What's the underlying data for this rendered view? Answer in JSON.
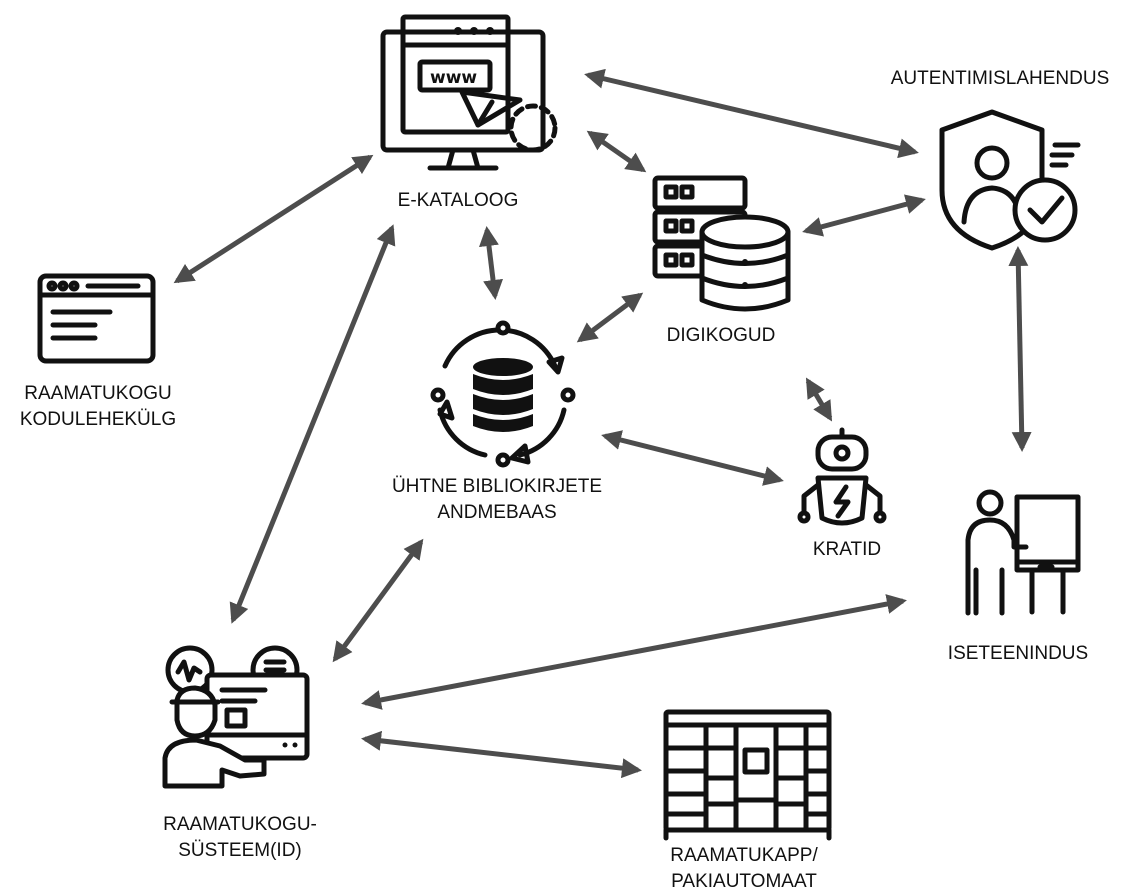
{
  "nodes": {
    "e_kataloog": {
      "label": "E-KATALOOG",
      "icon": "web-monitor-icon"
    },
    "autentimislahendus": {
      "label": "AUTENTIMISLAHENDUS",
      "icon": "shield-user-check-icon"
    },
    "digikogud": {
      "label": "DIGIKOGUD",
      "icon": "server-database-icon"
    },
    "kodulehekulg": {
      "lines": [
        "RAAMATUKOGU",
        "KODULEHEKÜLG"
      ],
      "icon": "browser-window-icon"
    },
    "bibliokirjete_andmebaas": {
      "lines": [
        "ÜHTNE BIBLIOKIRJETE",
        "ANDMEBAAS"
      ],
      "icon": "database-sync-icon"
    },
    "kratid": {
      "label": "KRATID",
      "icon": "robot-icon"
    },
    "iseteenindus": {
      "label": "ISETEENINDUS",
      "icon": "self-service-kiosk-icon"
    },
    "susteem": {
      "lines": [
        "RAAMATUKOGU-",
        "SÜSTEEM(ID)"
      ],
      "icon": "operator-computer-icon"
    },
    "raamatukapp": {
      "lines": [
        "RAAMATUKAPP/",
        "PAKIAUTOMAAT"
      ],
      "icon": "parcel-locker-icon"
    }
  },
  "connections": [
    {
      "from": "e_kataloog",
      "to": "autentimislahendus",
      "direction": "both"
    },
    {
      "from": "e_kataloog",
      "to": "digikogud",
      "direction": "both"
    },
    {
      "from": "e_kataloog",
      "to": "kodulehekulg",
      "direction": "both"
    },
    {
      "from": "e_kataloog",
      "to": "bibliokirjete_andmebaas",
      "direction": "both"
    },
    {
      "from": "e_kataloog",
      "to": "susteem",
      "direction": "both"
    },
    {
      "from": "digikogud",
      "to": "autentimislahendus",
      "direction": "both"
    },
    {
      "from": "digikogud",
      "to": "bibliokirjete_andmebaas",
      "direction": "both"
    },
    {
      "from": "digikogud",
      "to": "kratid",
      "direction": "both"
    },
    {
      "from": "bibliokirjete_andmebaas",
      "to": "kratid",
      "direction": "both"
    },
    {
      "from": "bibliokirjete_andmebaas",
      "to": "susteem",
      "direction": "both"
    },
    {
      "from": "autentimislahendus",
      "to": "iseteenindus",
      "direction": "both"
    },
    {
      "from": "susteem",
      "to": "iseteenindus",
      "direction": "both"
    },
    {
      "from": "susteem",
      "to": "raamatukapp",
      "direction": "both"
    }
  ],
  "colors": {
    "arrow": "#4d4d4d",
    "icon": "#111111",
    "background": "#ffffff"
  }
}
